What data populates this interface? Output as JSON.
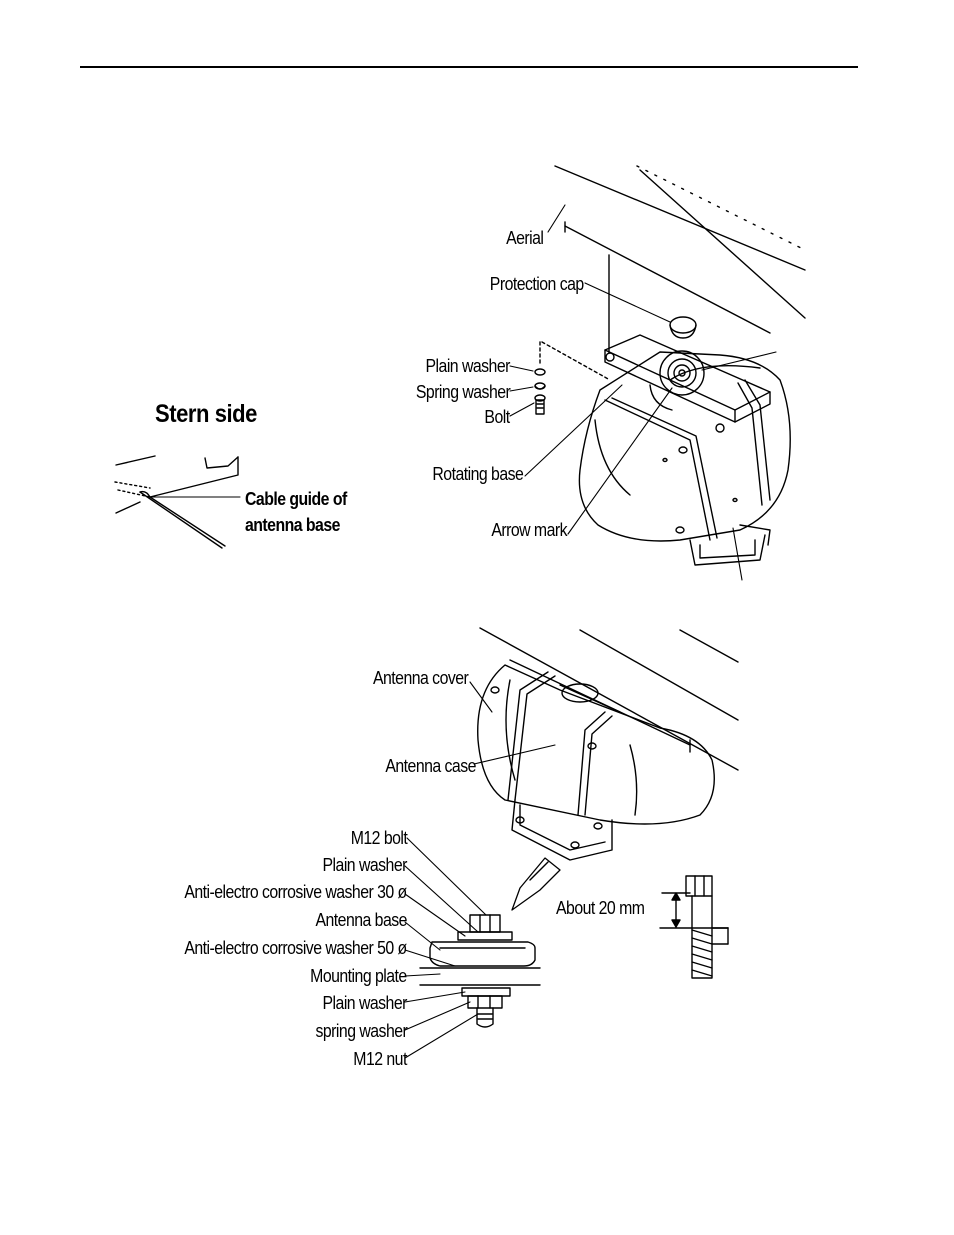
{
  "labels": {
    "aerial": "Aerial",
    "protection_cap": "Protection  cap",
    "plain_washer_top": "Plain washer",
    "spring_washer_top": "Spring washer",
    "bolt": "Bolt",
    "stern_side": "Stern side",
    "rotating_base": "Rotating base",
    "cable_guide_line1": "Cable guide of",
    "cable_guide_line2": "antenna base",
    "arrow_mark": "Arrow mark",
    "antenna_cover": "Antenna cover",
    "antenna_case": "Antenna case",
    "m12_bolt": "M12 bolt",
    "plain_washer_1": "Plain washer",
    "anti_washer_30": "Anti-electro corrosive washer 30 ø",
    "antenna_base": "Antenna base",
    "anti_washer_50": "Anti-electro corrosive washer 50 ø",
    "mounting_plate": "Mounting plate",
    "plain_washer_2": "Plain washer",
    "spring_washer_bottom": "spring washer",
    "m12_nut": "M12 nut",
    "about_20mm": "About 20 mm"
  },
  "colors": {
    "ink": "#000000",
    "paper": "#ffffff"
  }
}
